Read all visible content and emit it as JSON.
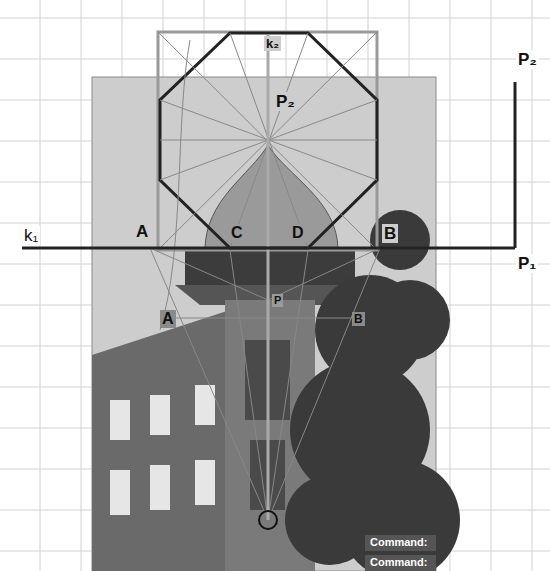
{
  "diagram": {
    "labels": [
      "P₂",
      "k₂",
      "P₂",
      "k₁",
      "A",
      "C",
      "D",
      "B",
      "P₁",
      "A",
      "P",
      "B",
      "Command:",
      "Command:"
    ]
  }
}
